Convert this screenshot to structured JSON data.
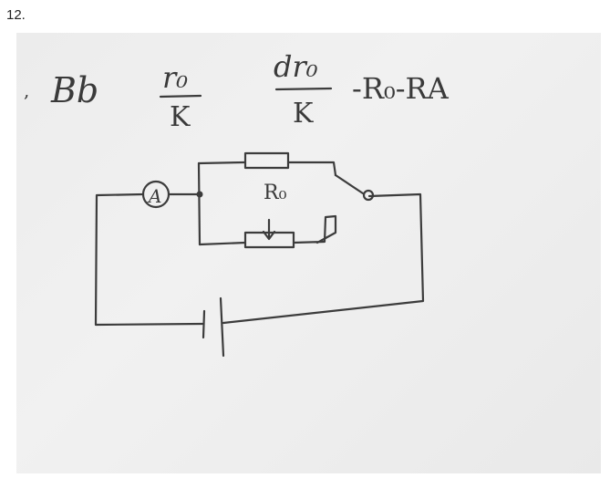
{
  "question": {
    "number": "12."
  },
  "handwriting": {
    "answer_letters": "Bb",
    "fraction1": {
      "numerator": "r₀",
      "denominator": "K"
    },
    "fraction2": {
      "numerator": "dr₀",
      "denominator": "K"
    },
    "tail": "-R₀-RA"
  },
  "circuit": {
    "ammeter_label": "A",
    "resistor_label": "R₀"
  }
}
